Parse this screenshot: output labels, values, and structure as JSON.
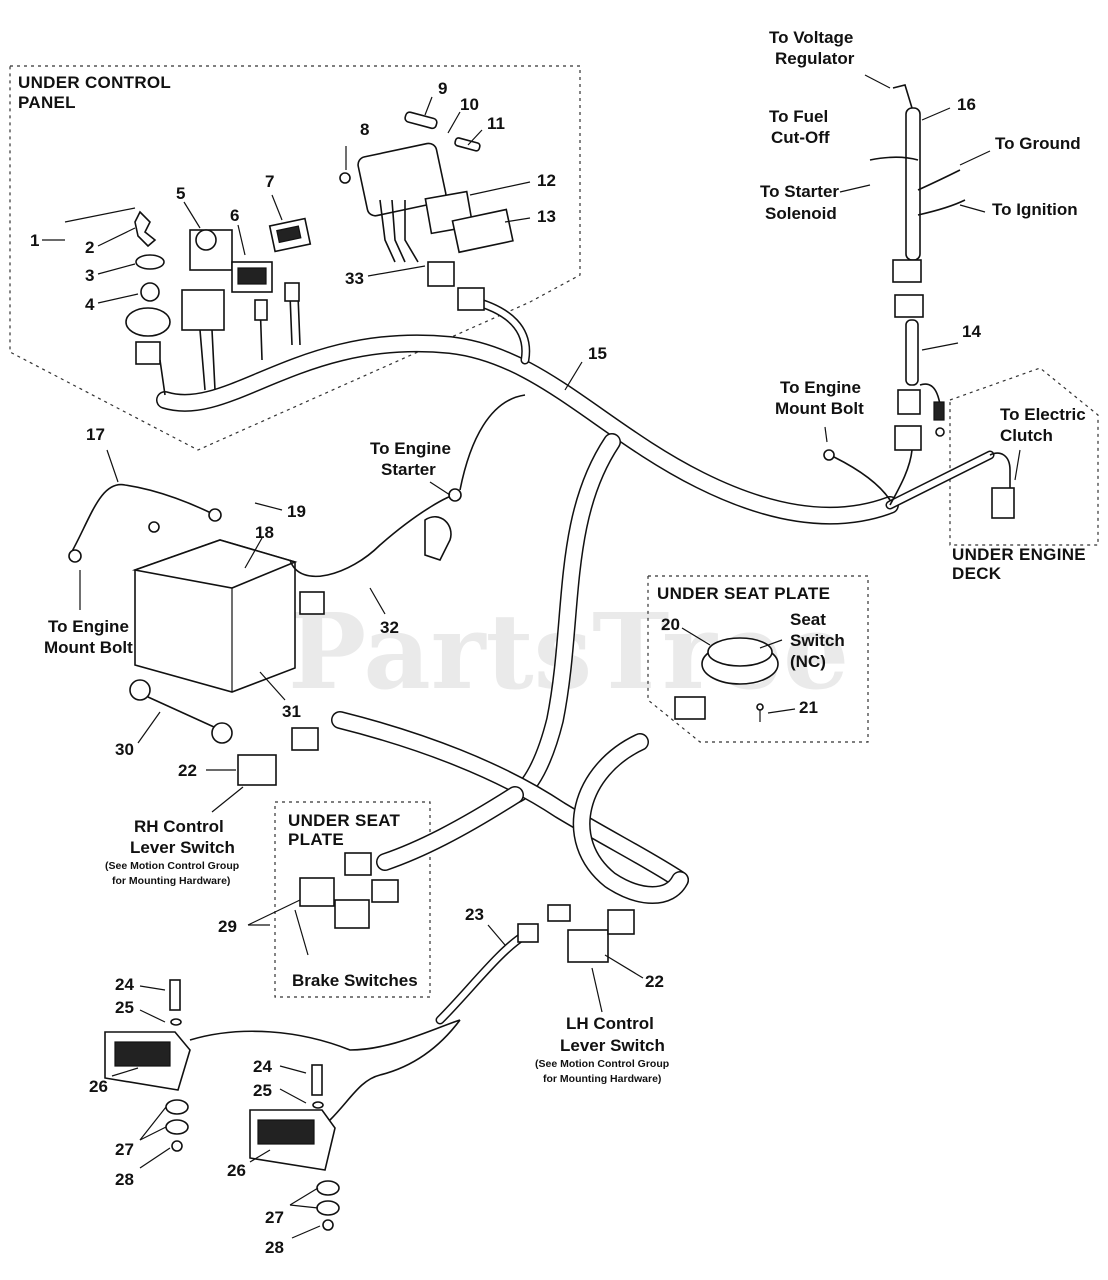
{
  "watermark": "PartsTree",
  "sections": {
    "under_control_panel": [
      "UNDER CONTROL",
      "PANEL"
    ],
    "under_engine_deck": [
      "UNDER ENGINE",
      "DECK"
    ],
    "under_seat_plate_right": "UNDER SEAT PLATE",
    "under_seat_plate_left": [
      "UNDER SEAT",
      "PLATE"
    ]
  },
  "callouts": {
    "to_voltage_regulator": [
      "To Voltage",
      "Regulator"
    ],
    "to_fuel_cutoff": [
      "To Fuel",
      "Cut-Off"
    ],
    "to_ground": "To Ground",
    "to_starter_solenoid": [
      "To Starter",
      "Solenoid"
    ],
    "to_ignition": "To Ignition",
    "to_engine_mount_bolt_right": [
      "To Engine",
      "Mount Bolt"
    ],
    "to_electric_clutch": [
      "To Electric",
      "Clutch"
    ],
    "to_engine_starter": [
      "To Engine",
      "Starter"
    ],
    "to_engine_mount_bolt_left": [
      "To Engine",
      "Mount Bolt"
    ],
    "seat_switch": [
      "Seat",
      "Switch",
      "(NC)"
    ],
    "rh_control_lever_switch": [
      "RH Control",
      "Lever Switch"
    ],
    "rh_note": [
      "(See Motion Control Group",
      "for Mounting Hardware)"
    ],
    "lh_control_lever_switch": [
      "LH Control",
      "Lever Switch"
    ],
    "lh_note": [
      "(See Motion Control Group",
      "for Mounting Hardware)"
    ],
    "brake_switches": "Brake Switches"
  },
  "part_numbers": {
    "n1": "1",
    "n2": "2",
    "n3": "3",
    "n4": "4",
    "n5": "5",
    "n6": "6",
    "n7": "7",
    "n8": "8",
    "n9": "9",
    "n10": "10",
    "n11": "11",
    "n12": "12",
    "n13": "13",
    "n14": "14",
    "n15": "15",
    "n16": "16",
    "n17": "17",
    "n18": "18",
    "n19": "19",
    "n20": "20",
    "n21": "21",
    "n22a": "22",
    "n22b": "22",
    "n23": "23",
    "n24a": "24",
    "n24b": "24",
    "n25a": "25",
    "n25b": "25",
    "n26a": "26",
    "n26b": "26",
    "n27a": "27",
    "n27b": "27",
    "n28a": "28",
    "n28b": "28",
    "n29": "29",
    "n30": "30",
    "n31": "31",
    "n32": "32",
    "n33": "33"
  }
}
